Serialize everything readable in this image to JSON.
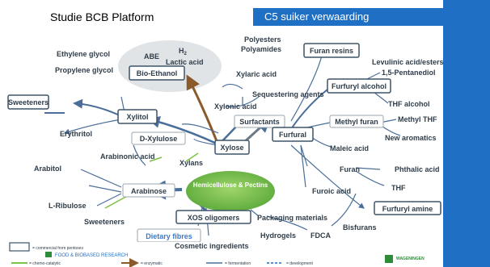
{
  "header": {
    "title": "Studie BCB Platform",
    "section": "C5 suiker verwaarding"
  },
  "diagram": {
    "center": "Hemicellulose & Pectins",
    "hubs": {
      "xylose": "Xylose",
      "furfural": "Furfural",
      "arabinose": "Arabinose",
      "xos": "XOS oligomers",
      "xylitol": "Xylitol",
      "bio_ethanol": "Bio-Ethanol",
      "sweeteners_box": "Sweeteners",
      "furfuryl_alcohol": "Furfuryl alcohol",
      "furan_resins": "Furan resins",
      "methyl_furan": "Methyl furan",
      "surfactants": "Surfactants",
      "furfuryl_amine": "Furfuryl amine",
      "dietary_fibres": "Dietary fibres",
      "d_xylulose": "D-Xylulose"
    },
    "labels": {
      "ethylene_glycol": "Ethylene glycol",
      "propylene_glycol": "Propylene glycol",
      "abe": "ABE",
      "h2": "H",
      "h2_sub": "2",
      "lactic_acid": "Lactic acid",
      "polyesters": "Polyesters",
      "polyamides": "Polyamides",
      "xylaric_acid": "Xylaric acid",
      "sequestering_agents": "Sequestering agents",
      "levulinic": "Levulinic acid/esters",
      "pentanediol": "1,5-Pentanediol",
      "thf_alcohol": "THF alcohol",
      "methyl_thf": "Methyl THF",
      "new_aromatics": "New aromatics",
      "maleic_acid": "Maleic acid",
      "xylonic_acid": "Xylonic acid",
      "erythritol": "Erythritol",
      "arabinonic_acid": "Arabinonic acid",
      "arabitol": "Arabitol",
      "xylans": "Xylans",
      "furan": "Furan",
      "phthalic_acid": "Phthalic acid",
      "thf": "THF",
      "furoic_acid": "Furoic acid",
      "l_ribulose": "L-Ribulose",
      "sweeteners": "Sweeteners",
      "packaging": "Packaging materials",
      "hydrogels": "Hydrogels",
      "fdca": "FDCA",
      "bisfurans": "Bisfurans",
      "cosmetic": "Cosmetic ingredients"
    }
  },
  "legend": {
    "commercial": "= commercial from pentoses",
    "org": "FOOD & BIOBASED RESEARCH",
    "chemo": "= chemo-catalytic",
    "enzymatic": "= enzymatic",
    "fermentation": "= fermentation",
    "development": "= development",
    "logo": "WAGENINGEN"
  },
  "colors": {
    "accent_blue": "#1f6fc4",
    "node_border": "#3d5468",
    "line_blue": "#4a6e9a",
    "arrow_brown": "#8a5a2b",
    "green": "#7dc242",
    "center_gray": "#e0e4e6"
  }
}
